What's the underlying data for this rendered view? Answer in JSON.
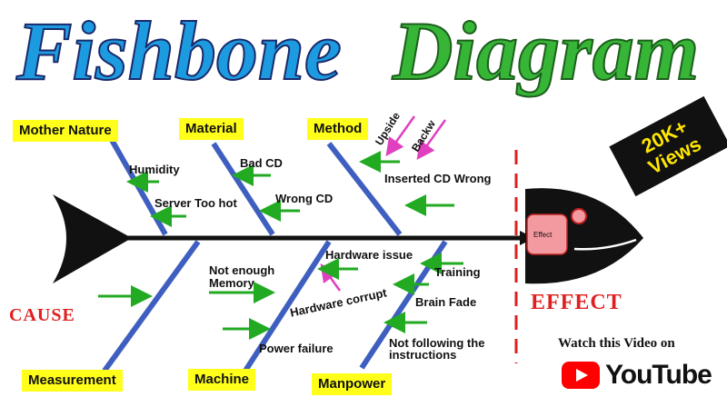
{
  "title": {
    "part1": "Fishbone",
    "part2": "Diagram"
  },
  "cause_label": "CAUSE",
  "effect_label": "EFFECT",
  "head_box_text": "Effect",
  "categories": {
    "mother_nature": "Mother Nature",
    "material": "Material",
    "method": "Method",
    "measurement": "Measurement",
    "machine": "Machine",
    "manpower": "Manpower"
  },
  "causes": {
    "humidity": "Humidity",
    "server_too_hot": "Server Too hot",
    "bad_cd": "Bad CD",
    "wrong_cd": "Wrong CD",
    "upside": "Upside",
    "backw": "Backw",
    "inserted_cd_wrong": "Inserted CD Wrong",
    "not_enough_memory_1": "Not enough",
    "not_enough_memory_2": "Memory",
    "hardware_issue": "Hardware issue",
    "hardware_corrupt": "Hardware corrupt",
    "power_failure": "Power failure",
    "training": "Training",
    "brain_fade": "Brain Fade",
    "not_following_1": "Not following the",
    "not_following_2": "instructions"
  },
  "badge": {
    "line1": "20K+",
    "line2": "Views"
  },
  "promo": {
    "watch_text": "Watch this Video on",
    "youtube_text": "YouTube"
  },
  "colors": {
    "bone": "#3f5fc0",
    "arrow": "#22aa22",
    "pink_arrow": "#e040c0",
    "highlight": "#ffff1a",
    "effect_red": "#e02020"
  }
}
